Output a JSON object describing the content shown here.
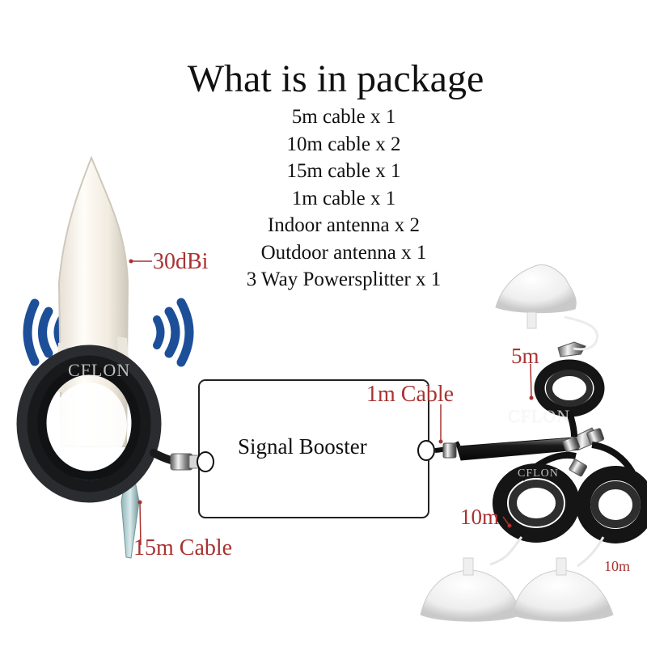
{
  "title": "What is in package",
  "package_items": [
    "5m cable x 1",
    "10m cable x 2",
    "15m cable x 1",
    "1m cable x 1",
    "Indoor antenna x 2",
    "Outdoor antenna x 1",
    "3 Way Powersplitter x 1"
  ],
  "labels": {
    "gain": "30dBi",
    "booster": "Signal Booster",
    "cable_1m": "1m Cable",
    "cable_5m": "5m",
    "cable_10m_left": "10m",
    "cable_10m_right": "10m",
    "cable_15m": "15m Cable"
  },
  "watermark": "CFLON",
  "colors": {
    "callout": "#a93232",
    "signal_waves": "#1d4f99",
    "antenna": "#f3f0e9",
    "cable": "#18191b"
  },
  "icons": {
    "outdoor_antenna": "outdoor-antenna-image",
    "indoor_antenna": "ceiling-antenna-image",
    "power_splitter": "power-splitter-image",
    "signal": "signal-waves-icon"
  }
}
